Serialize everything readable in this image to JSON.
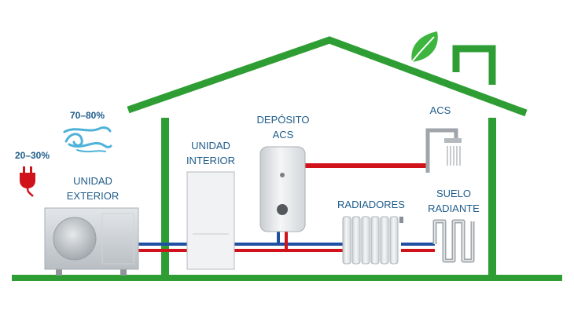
{
  "labels": {
    "pct_electric": "20–30%",
    "pct_air": "70–80%",
    "unidad_exterior": [
      "UNIDAD",
      "EXTERIOR"
    ],
    "unidad_interior": [
      "UNIDAD",
      "INTERIOR"
    ],
    "deposito_acs": [
      "DEPÓSITO",
      "ACS"
    ],
    "acs": "ACS",
    "radiadores": "RADIADORES",
    "suelo_radiante": [
      "SUELO",
      "RADIANTE"
    ]
  },
  "colors": {
    "house": "#2e9e34",
    "leaf": "#3db53f",
    "pipe_hot": "#d0121b",
    "pipe_cold": "#1f4fa3",
    "label": "#1f5c8a",
    "plug": "#d0121b",
    "air_wave": "#4fb3d9",
    "appliance": "#e9ebed",
    "appliance_edge": "#a9afb5"
  },
  "icons": {
    "power": "plug-icon",
    "air": "air-wave-icon",
    "nature": "leaf-icon"
  }
}
